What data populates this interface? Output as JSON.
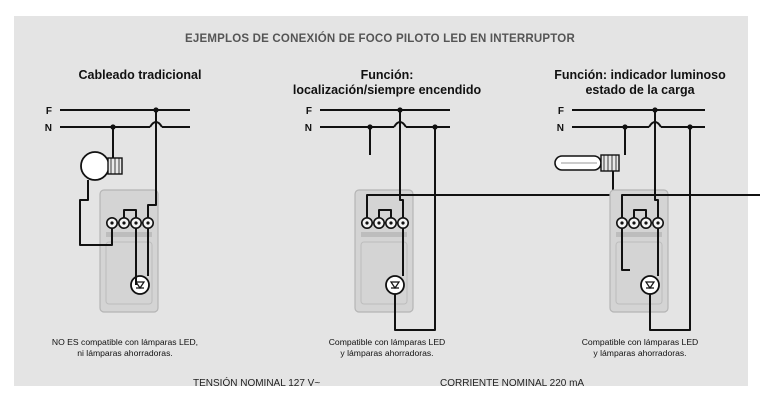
{
  "title": "EJEMPLOS DE CONEXIÓN DE FOCO PILOTO LED EN INTERRUPTOR",
  "diagrams": [
    {
      "subtitle": "Cableado tradicional",
      "note": "NO ES compatible con lámparas LED,\nni lámparas ahorradoras.",
      "lamp": "incandescent-bulb-icon"
    },
    {
      "subtitle": "Función:\nlocalización/siempre encendido",
      "note": "Compatible con lámparas LED\ny lámparas ahorradoras.",
      "lamp": "cfl-bulb-icon"
    },
    {
      "subtitle": "Función: indicador luminoso\nestado de la carga",
      "note": "Compatible con lámparas LED\ny lámparas ahorradoras.",
      "lamp": "cfl-bulb-icon"
    }
  ],
  "wire_labels": {
    "phase": "F",
    "neutral": "N"
  },
  "footer": {
    "voltage": "TENSIÓN NOMINAL 127 V~",
    "current": "CORRIENTE NOMINAL 220 mA"
  },
  "colors": {
    "panel": "#e4e4e4",
    "wire": "#111111",
    "switch_body": "#d4d4d4"
  }
}
